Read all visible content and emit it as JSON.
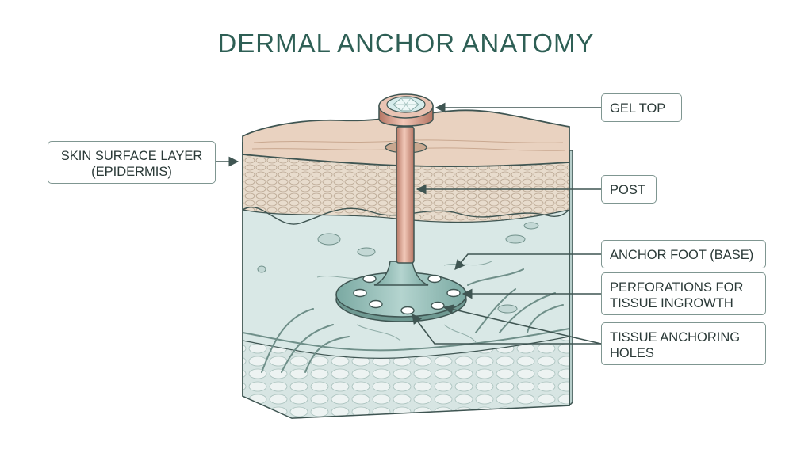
{
  "title": "DERMAL ANCHOR ANATOMY",
  "labels": {
    "skin_surface": {
      "line1": "SKIN SURFACE LAYER",
      "line2": "(EPIDERMIS)"
    },
    "gel_top": "GEL TOP",
    "post": "POST",
    "anchor_foot": "ANCHOR FOOT (BASE)",
    "perforations": {
      "line1": "PERFORATIONS FOR",
      "line2": "TISSUE INGROWTH"
    },
    "anchoring_holes": {
      "line1": "TISSUE ANCHORING",
      "line2": "HOLES"
    }
  },
  "colors": {
    "title": "#2e5f55",
    "epidermis": "#e9d2c0",
    "dermis": "#d9e8e6",
    "fat_layer": "#c9ddda",
    "metal": "#c98d7b",
    "foot": "#8fb8b2",
    "vessel": "#6f8f89",
    "outline": "#3f5552"
  }
}
